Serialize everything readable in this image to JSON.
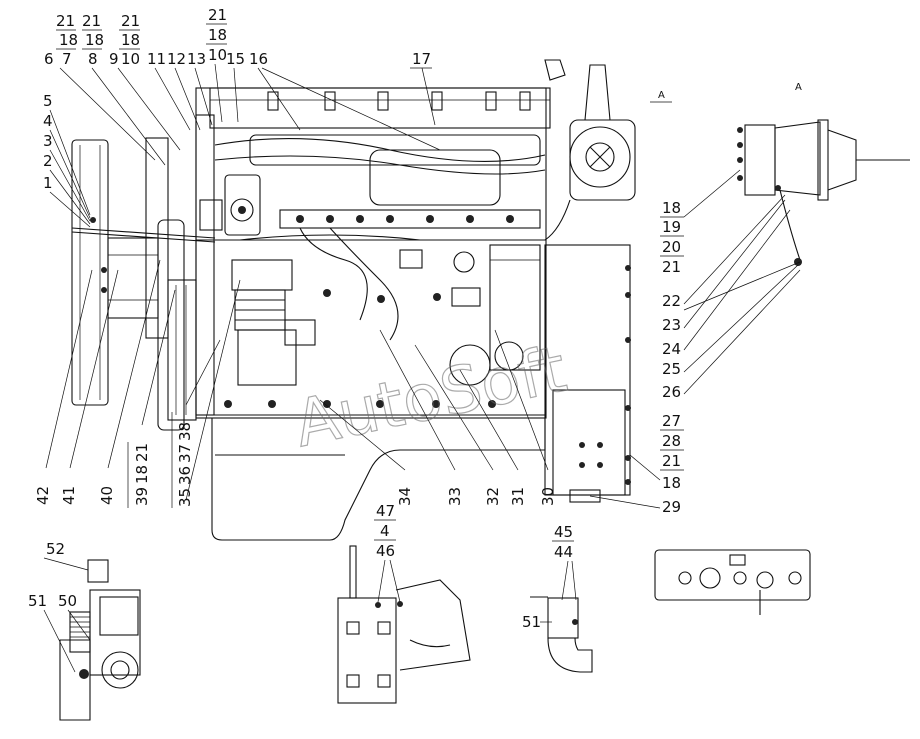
{
  "watermark": "AutoSoft",
  "view_label_left": "A",
  "view_label_right": "A",
  "callouts": {
    "c1": "1",
    "c2": "2",
    "c3": "3",
    "c4": "4",
    "c5": "5",
    "c6": "6",
    "c7": "7",
    "c8": "8",
    "c9": "9",
    "c10": "10",
    "c11": "11",
    "c12": "12",
    "c13": "13",
    "c15": "15",
    "c16": "16",
    "c17": "17",
    "c18": "18",
    "c19": "19",
    "c20": "20",
    "c21": "21",
    "c22": "22",
    "c23": "23",
    "c24": "24",
    "c25": "25",
    "c26": "26",
    "c27": "27",
    "c28": "28",
    "c29": "29",
    "c30": "30",
    "c31": "31",
    "c32": "32",
    "c33": "33",
    "c34": "34",
    "c35": "35",
    "c36": "36",
    "c37": "37",
    "c38": "38",
    "c39": "39",
    "c40": "40",
    "c41": "41",
    "c42": "42",
    "c44": "44",
    "c45": "45",
    "c46": "46",
    "c47": "47",
    "c50": "50",
    "c51": "51",
    "c52": "52"
  }
}
